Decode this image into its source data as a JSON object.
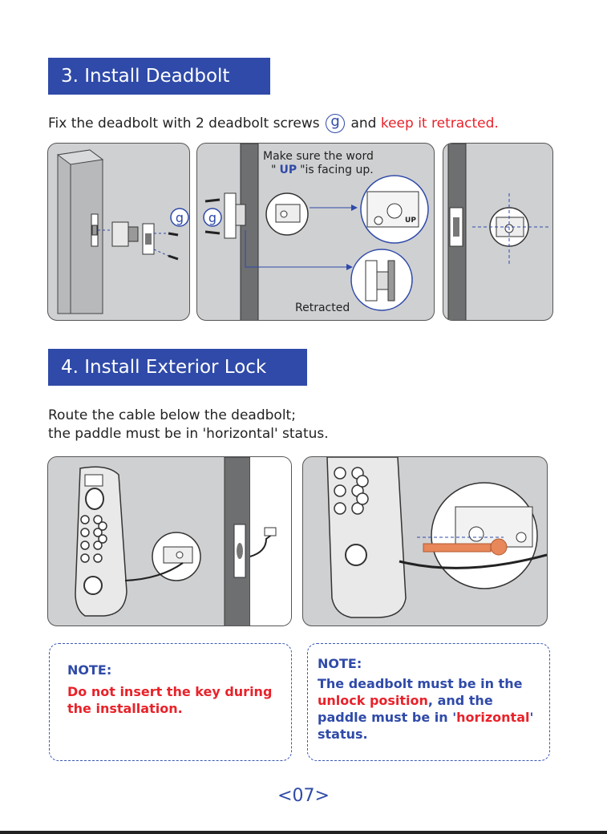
{
  "section3": {
    "title": "3. Install Deadbolt",
    "instruction_pre": "Fix the deadbolt with 2 deadbolt screws",
    "screw_label": "g",
    "instruction_mid": "and",
    "instruction_red": "keep it retracted.",
    "callout_line1": "Make sure the word",
    "callout_quote_open": "\"",
    "callout_up": "UP",
    "callout_line2_rest": "\"is facing up.",
    "retracted_label": "Retracted",
    "up_mark": "UP"
  },
  "section4": {
    "title": "4. Install Exterior Lock",
    "instruction_line1": "Route the cable below the deadbolt;",
    "instruction_line2": "the paddle must be in 'horizontal' status."
  },
  "note1": {
    "title": "NOTE:",
    "text": "Do not insert the key during the installation."
  },
  "note2": {
    "title": "NOTE:",
    "text_a": "The deadbolt must be in the",
    "text_red1": "unlock position",
    "text_b": ", and the paddle must be in '",
    "text_red2": "horizontal",
    "text_c": "' status."
  },
  "page": {
    "number": "<07>"
  },
  "colors": {
    "heading_bg": "#2f4aa8",
    "accent_red": "#e8222a",
    "panel_bg": "#cfd0d2"
  }
}
